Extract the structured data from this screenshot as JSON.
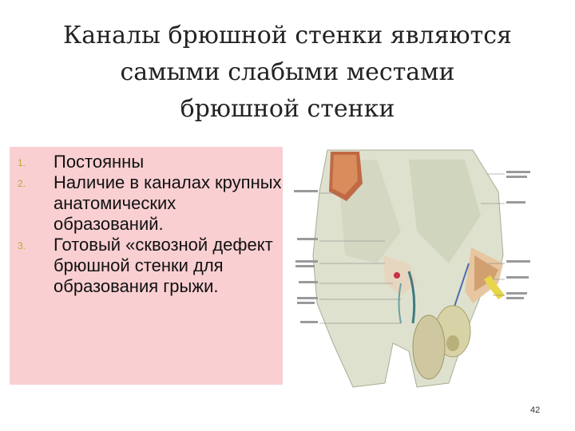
{
  "slide": {
    "title_lines": [
      "Каналы  брюшной стенки являются",
      "самыми слабыми местами",
      "брюшной стенки"
    ],
    "points": [
      {
        "num": "1.",
        "text": "Постоянны"
      },
      {
        "num": "2.",
        "text": "Наличие  в каналах крупных анатомических образований."
      },
      {
        "num": "3.",
        "text": "Готовый «сквозной дефект  брюшной стенки для образования  грыжи."
      }
    ],
    "page_number": "42"
  },
  "colors": {
    "list_background": "#f9cfd2",
    "number_color": "#c9a13b"
  }
}
